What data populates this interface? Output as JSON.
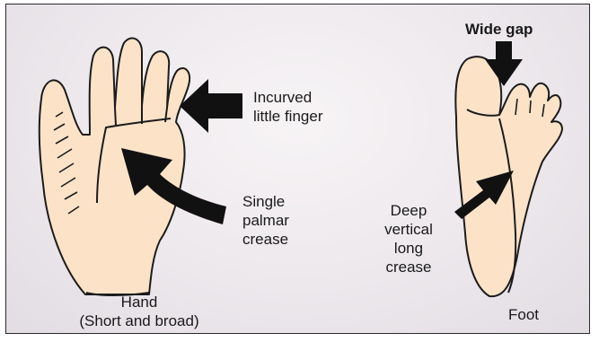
{
  "labels": {
    "incurved": [
      "Incurved",
      "little finger"
    ],
    "single_palmar": [
      "Single",
      "palmar",
      "crease"
    ],
    "hand_caption": [
      "Hand",
      "(Short and broad)"
    ],
    "wide_gap": "Wide gap",
    "deep_crease": [
      "Deep",
      "vertical",
      "long",
      "crease"
    ],
    "foot_caption": "Foot"
  },
  "colors": {
    "skin": "#fce3c8",
    "outline": "#1c1c1c",
    "arrow": "#111111",
    "background": "#ece8ec"
  }
}
